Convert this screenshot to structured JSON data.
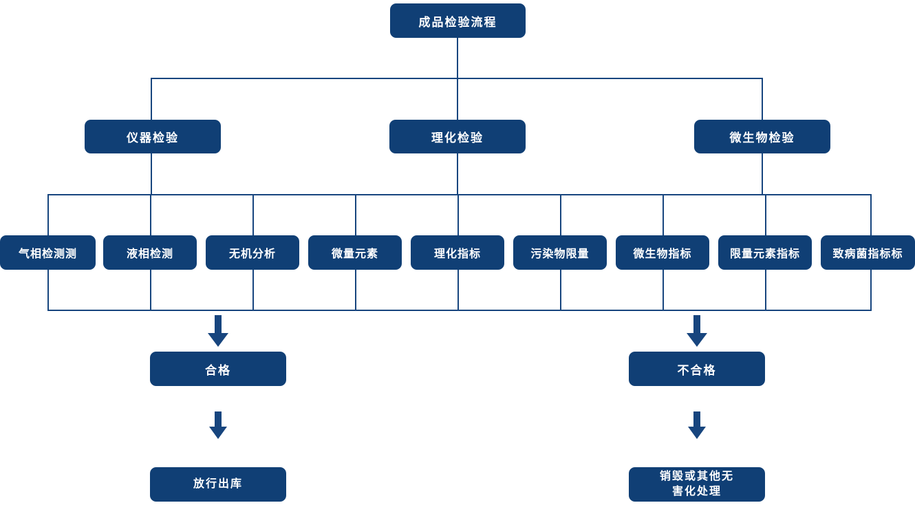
{
  "diagram": {
    "title": "成品检验流程",
    "accent_color": "#103f75",
    "line_color": "#17457e",
    "text_color": "#ffffff",
    "background": "#ffffff",
    "root": {
      "label": "成品检验流程"
    },
    "level2": [
      {
        "label": "仪器检验"
      },
      {
        "label": "理化检验"
      },
      {
        "label": "微生物检验"
      }
    ],
    "level3": [
      {
        "label": "气相检测测"
      },
      {
        "label": "液相检测"
      },
      {
        "label": "无机分析"
      },
      {
        "label": "微量元素"
      },
      {
        "label": "理化指标"
      },
      {
        "label": "污染物限量"
      },
      {
        "label": "微生物指标"
      },
      {
        "label": "限量元素指标"
      },
      {
        "label": "致病菌指标标"
      }
    ],
    "results": [
      {
        "label": "合格"
      },
      {
        "label": "不合格"
      }
    ],
    "final": [
      {
        "label": "放行出库"
      },
      {
        "line1": "销毁或其他无",
        "line2": "害化处理"
      }
    ]
  }
}
